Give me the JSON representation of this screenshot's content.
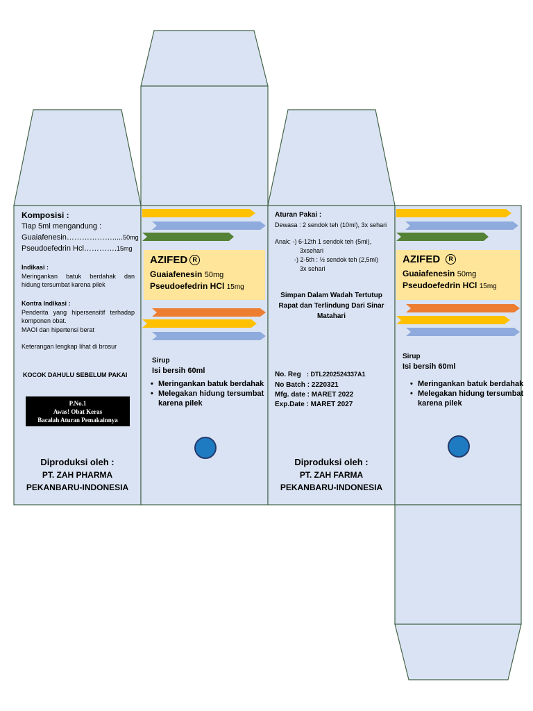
{
  "colors": {
    "panel_fill": "#dae3f3",
    "panel_stroke": "#44654a",
    "brand_box": "#ffe599",
    "arrow_yellow": "#ffc000",
    "arrow_blue": "#8faadc",
    "arrow_green": "#538135",
    "arrow_orange": "#ed7d31",
    "dot": "#1f7bc1"
  },
  "left_panel": {
    "komposisi_title": "Komposisi :",
    "tiap": "Tiap 5ml mengandung :",
    "ingredient1_name": "Guaiafenesin",
    "ingredient1_dots": "……………….....",
    "ingredient1_dose": "50mg",
    "ingredient2_name": "Pseudoefedrin Hcl",
    "ingredient2_dots": "………….",
    "ingredient2_dose": "15mg",
    "indikasi_title": "Indikasi :",
    "indikasi_text": "Meringankan batuk berdahak dan hidung tersumbat karena pilek",
    "kontra_title": "Kontra Indikasi :",
    "kontra_text": "Penderita yang hipersensitif terhadap komponen obat.",
    "kontra_text2": "MAOI dan hipertensi berat",
    "keterangan": "Keterangan lengkap lihat di brosur",
    "kocok": "KOCOK DAHULU SEBELUM PAKAI",
    "warning_line1": "P.No.1",
    "warning_line2": "Awas! Obat Keras",
    "warning_line3": "Bacalah Aturan Pemakainnya",
    "diproduksi": "Diproduksi oleh :",
    "company": "PT. ZAH PHARMA",
    "city": "PEKANBARU-INDONESIA"
  },
  "front_panel": {
    "brand": "AZIFED",
    "reg_symbol": "R",
    "ing1_name": "Guaiafenesin",
    "ing1_dose": "50mg",
    "ing2_name": "Pseudoefedrin HCl",
    "ing2_dose": "15mg",
    "form": "Sirup",
    "volume": "Isi bersih 60ml",
    "benefits": [
      "Meringankan batuk berdahak",
      "Melegakan hidung tersumbat karena pilek"
    ]
  },
  "side_panel": {
    "aturan_title": "Aturan Pakai :",
    "dewasa": "Dewasa : 2 sendok teh (10ml), 3x sehari",
    "anak1": "Anak: -) 6-12th 1 sendok teh (5ml),",
    "anak1b": "3xsehari",
    "anak2": "-)  2-5th : ½ sendok teh (2,5ml)",
    "anak2b": "3x sehari",
    "simpan": "Simpan Dalam Wadah Tertutup Rapat dan Terlindung Dari Sinar Matahari",
    "noreg_label": "No. Reg",
    "noreg_value": ": DTL2202524337A1",
    "nobatch_label": "No Batch",
    "nobatch_value": ": 2220321",
    "mfg_label": "Mfg. date",
    "mfg_value": ": MARET 2022",
    "exp_label": "Exp.Date",
    "exp_value": ": MARET 2027",
    "diproduksi": "Diproduksi oleh :",
    "company": "PT. ZAH FARMA",
    "city": "PEKANBARU-INDONESIA"
  },
  "back_panel": {
    "brand": "AZIFED",
    "reg_symbol": "R",
    "ing1_name": "Guaiafenesin",
    "ing1_dose": "50mg",
    "ing2_name": "Pseudoefedrin HCl",
    "ing2_dose": "15mg",
    "form": "Sirup",
    "volume": "Isi bersih 60ml",
    "benefits": [
      "Meringankan batuk berdahak",
      "Melegakan hidung tersumbat karena pilek"
    ]
  }
}
